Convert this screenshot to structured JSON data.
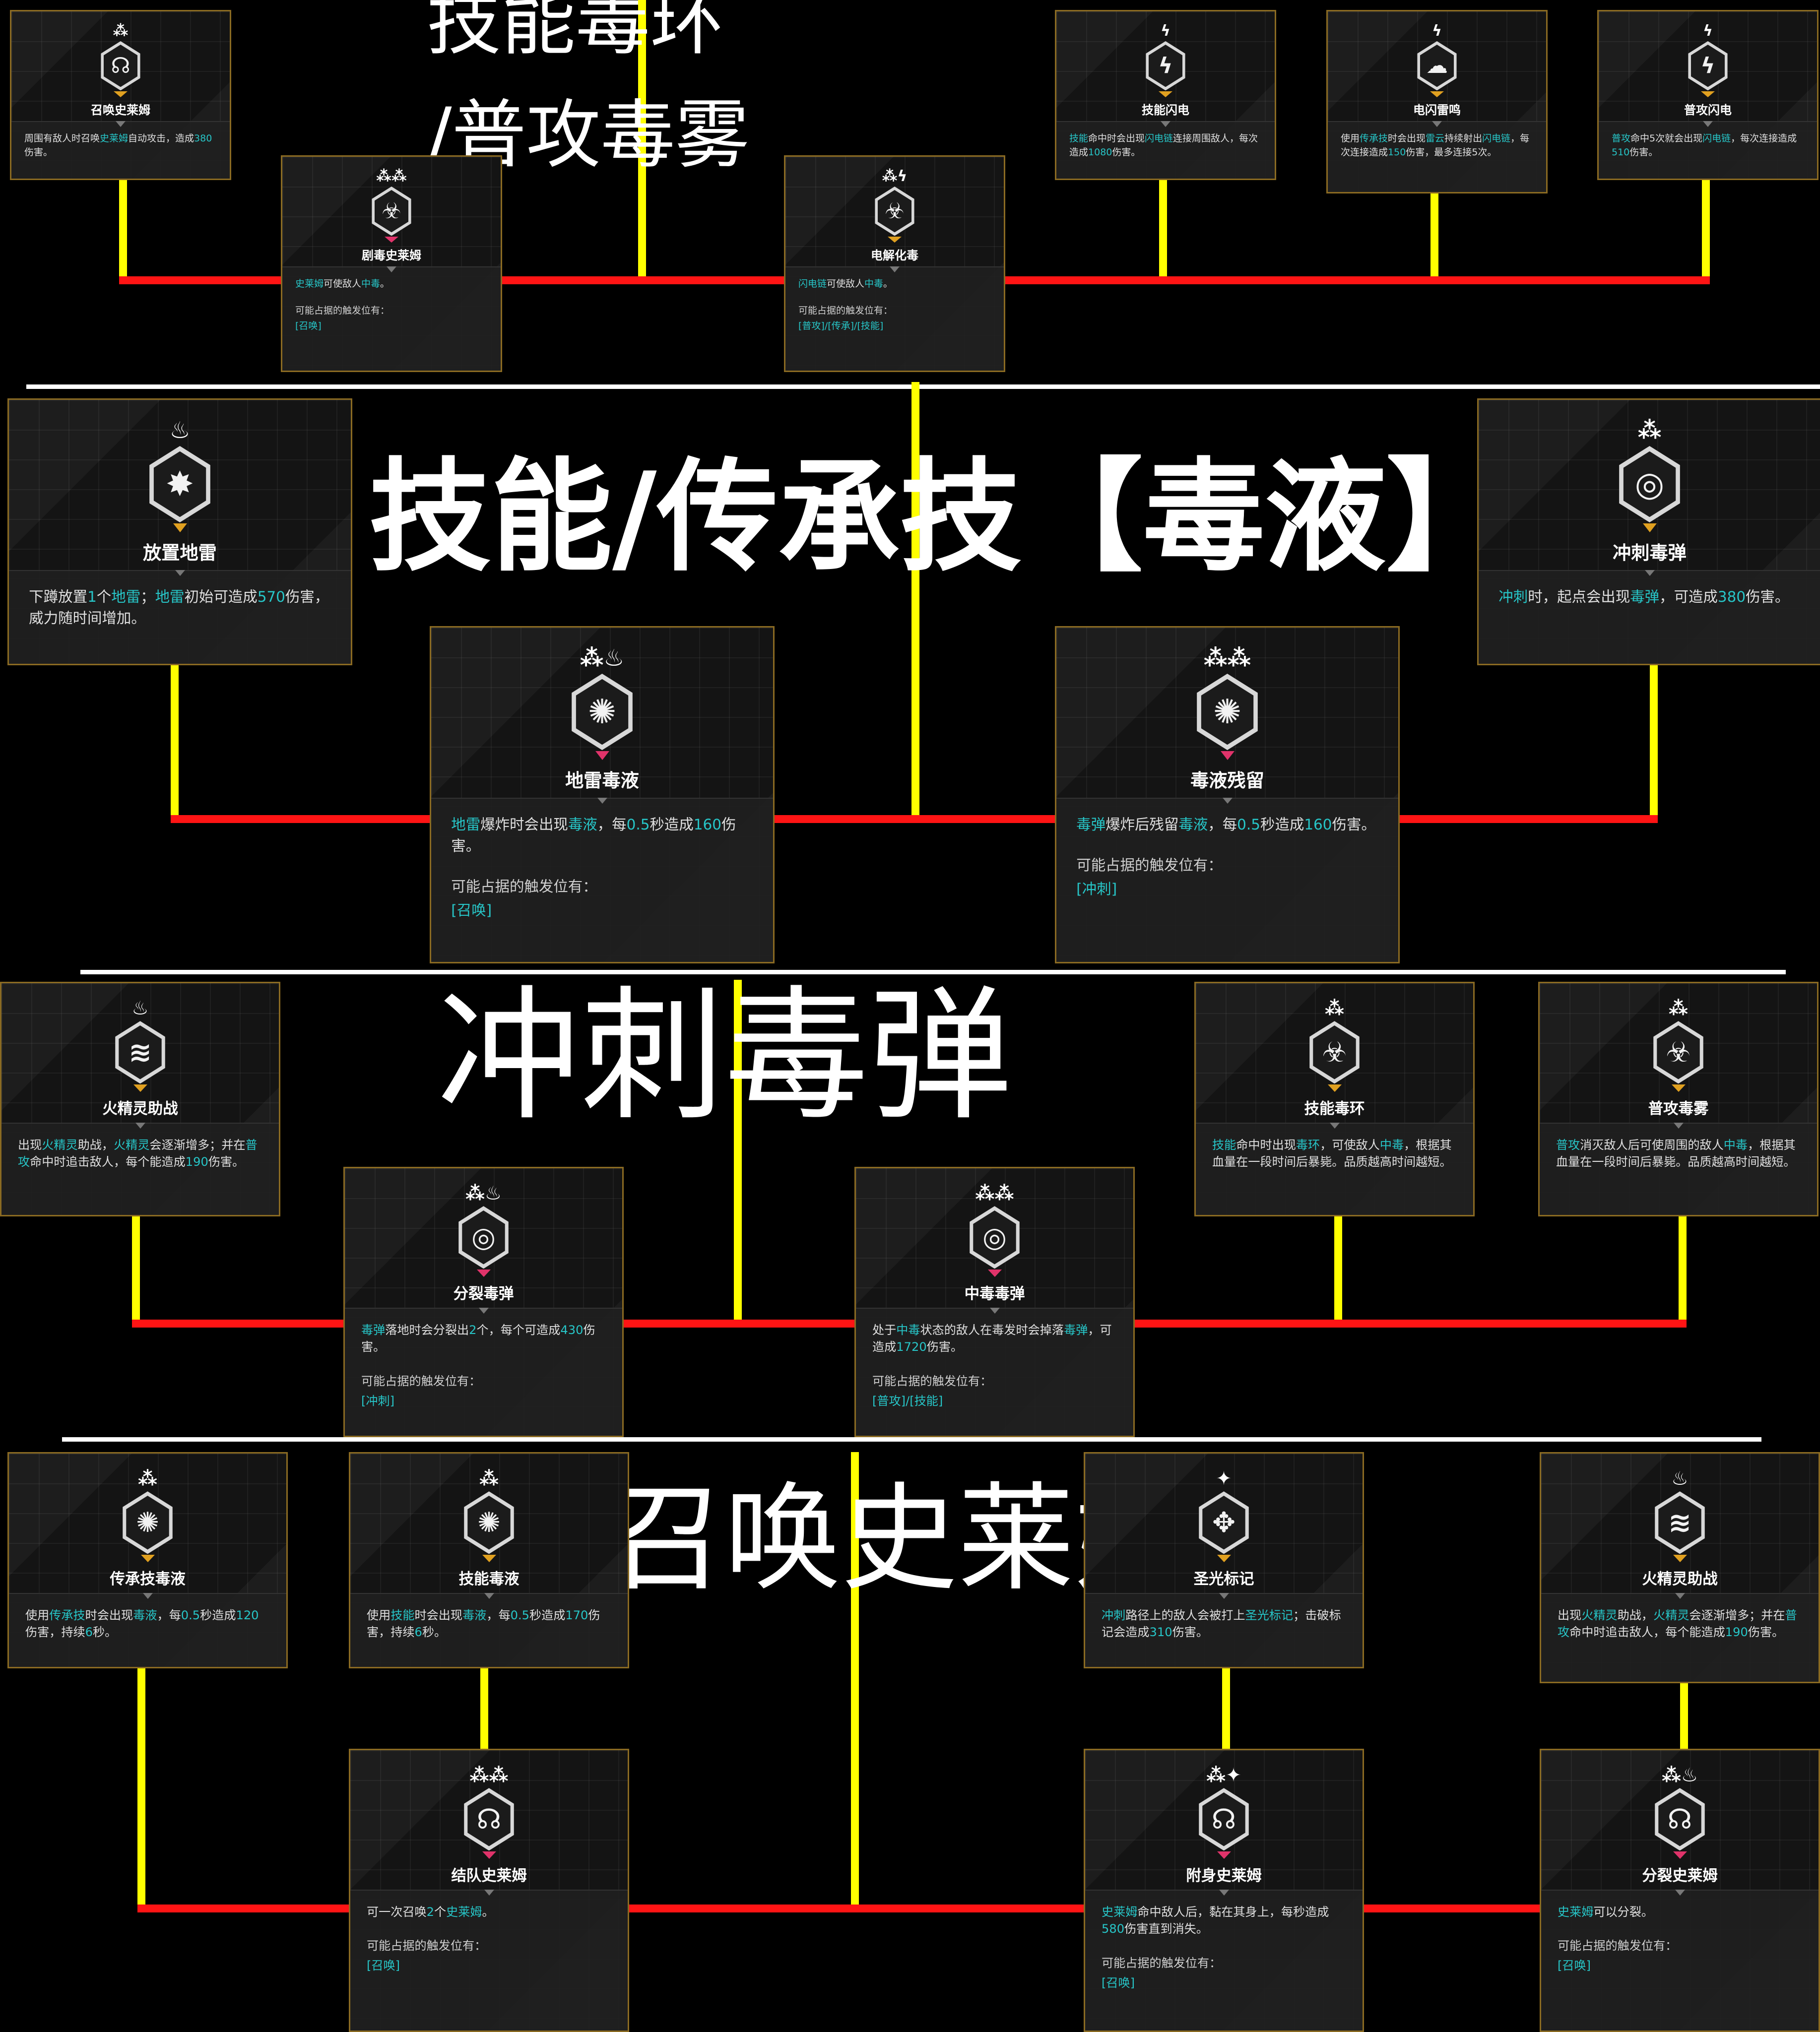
{
  "section_titles": {
    "s1": [
      "技能毒环",
      "/普攻毒雾"
    ],
    "s2": "技能/传承技【毒液】",
    "s3": "冲刺毒弹",
    "s4": "召唤史莱姆"
  },
  "cards": {
    "c1": {
      "top": "⁂",
      "icon": "☊",
      "title": "召唤史莱姆",
      "desc": [
        [
          "周围有敌人时召唤",
          0
        ],
        [
          "史莱姆",
          1
        ],
        [
          "自动攻击，造成",
          0
        ],
        [
          "380",
          1
        ],
        [
          "伤害。",
          0
        ]
      ]
    },
    "c2": {
      "top": "⁂⁂",
      "icon": "☣",
      "title": "剧毒史莱姆",
      "desc": [
        [
          "史莱姆",
          1
        ],
        [
          "可使敌人",
          0
        ],
        [
          "中毒",
          1
        ],
        [
          "。",
          0
        ]
      ],
      "trig_label": "可能占据的触发位有：",
      "trig": "[召唤]"
    },
    "c3": {
      "top": "⁂ϟ",
      "icon": "☣",
      "title": "电解化毒",
      "desc": [
        [
          "闪电链",
          1
        ],
        [
          "可使敌人",
          0
        ],
        [
          "中毒",
          1
        ],
        [
          "。",
          0
        ]
      ],
      "trig_label": "可能占据的触发位有：",
      "trig": "[普攻]/[传承]/[技能]"
    },
    "c4": {
      "top": "ϟ",
      "icon": "ϟ",
      "title": "技能闪电",
      "desc": [
        [
          "技能",
          1
        ],
        [
          "命中时会出现",
          0
        ],
        [
          "闪电链",
          1
        ],
        [
          "连接周围敌人，每次造成",
          0
        ],
        [
          "1080",
          1
        ],
        [
          "伤害。",
          0
        ]
      ]
    },
    "c5": {
      "top": "ϟ",
      "icon": "☁",
      "title": "电闪雷鸣",
      "desc": [
        [
          "使用",
          0
        ],
        [
          "传承技",
          1
        ],
        [
          "时会出现",
          0
        ],
        [
          "雷云",
          1
        ],
        [
          "持续射出",
          0
        ],
        [
          "闪电链",
          1
        ],
        [
          "，每次连接造成",
          0
        ],
        [
          "150",
          1
        ],
        [
          "伤害，最多连接5次。",
          0
        ]
      ]
    },
    "c6": {
      "top": "ϟ",
      "icon": "ϟ",
      "title": "普攻闪电",
      "desc": [
        [
          "普攻",
          1
        ],
        [
          "命中5次就会出现",
          0
        ],
        [
          "闪电链",
          1
        ],
        [
          "，每次连接造成",
          0
        ],
        [
          "510",
          1
        ],
        [
          "伤害。",
          0
        ]
      ]
    },
    "c7": {
      "top": "♨",
      "icon": "✸",
      "title": "放置地雷",
      "desc": [
        [
          "下蹲放置",
          0
        ],
        [
          "1",
          1
        ],
        [
          "个",
          0
        ],
        [
          "地雷",
          1
        ],
        [
          "；",
          0
        ],
        [
          "地雷",
          1
        ],
        [
          "初始可造成",
          0
        ],
        [
          "570",
          1
        ],
        [
          "伤害，威力随时间增加。",
          0
        ]
      ]
    },
    "c8": {
      "top": "⁂",
      "icon": "◎",
      "title": "冲刺毒弹",
      "desc": [
        [
          "冲刺",
          1
        ],
        [
          "时，起点会出现",
          0
        ],
        [
          "毒弹",
          1
        ],
        [
          "，可造成",
          0
        ],
        [
          "380",
          1
        ],
        [
          "伤害。",
          0
        ]
      ]
    },
    "c9": {
      "top": "⁂♨",
      "icon": "✺",
      "title": "地雷毒液",
      "desc": [
        [
          "地雷",
          1
        ],
        [
          "爆炸时会出现",
          0
        ],
        [
          "毒液",
          1
        ],
        [
          "，每",
          0
        ],
        [
          "0.5",
          1
        ],
        [
          "秒造成",
          0
        ],
        [
          "160",
          1
        ],
        [
          "伤害。",
          0
        ]
      ],
      "trig_label": "可能占据的触发位有：",
      "trig": "[召唤]"
    },
    "c10": {
      "top": "⁂⁂",
      "icon": "✺",
      "title": "毒液残留",
      "desc": [
        [
          "毒弹",
          1
        ],
        [
          "爆炸后残留",
          0
        ],
        [
          "毒液",
          1
        ],
        [
          "，每",
          0
        ],
        [
          "0.5",
          1
        ],
        [
          "秒造成",
          0
        ],
        [
          "160",
          1
        ],
        [
          "伤害。",
          0
        ]
      ],
      "trig_label": "可能占据的触发位有：",
      "trig": "[冲刺]"
    },
    "c11": {
      "top": "♨",
      "icon": "≋",
      "title": "火精灵助战",
      "desc": [
        [
          "出现",
          0
        ],
        [
          "火精灵",
          1
        ],
        [
          "助战，",
          0
        ],
        [
          "火精灵",
          1
        ],
        [
          "会逐渐增多；并在",
          0
        ],
        [
          "普攻",
          1
        ],
        [
          "命中时追击敌人，每个能造成",
          0
        ],
        [
          "190",
          1
        ],
        [
          "伤害。",
          0
        ]
      ]
    },
    "c12": {
      "top": "⁂",
      "icon": "☣",
      "title": "技能毒环",
      "desc": [
        [
          "技能",
          1
        ],
        [
          "命中时出现",
          0
        ],
        [
          "毒环",
          1
        ],
        [
          "，可使敌人",
          0
        ],
        [
          "中毒",
          1
        ],
        [
          "，根据其血量在一段时间后暴毙。品质越高时间越短。",
          0
        ]
      ]
    },
    "c13": {
      "top": "⁂",
      "icon": "☣",
      "title": "普攻毒雾",
      "desc": [
        [
          "普攻",
          1
        ],
        [
          "消灭敌人后可使周围的敌人",
          0
        ],
        [
          "中毒",
          1
        ],
        [
          "，根据其血量在一段时间后暴毙。品质越高时间越短。",
          0
        ]
      ]
    },
    "c14": {
      "top": "⁂♨",
      "icon": "◎",
      "title": "分裂毒弹",
      "desc": [
        [
          "毒弹",
          1
        ],
        [
          "落地时会分裂出",
          0
        ],
        [
          "2",
          1
        ],
        [
          "个，每个可造成",
          0
        ],
        [
          "430",
          1
        ],
        [
          "伤害。",
          0
        ]
      ],
      "trig_label": "可能占据的触发位有：",
      "trig": "[冲刺]"
    },
    "c15": {
      "top": "⁂⁂",
      "icon": "◎",
      "title": "中毒毒弹",
      "desc": [
        [
          "处于",
          0
        ],
        [
          "中毒",
          1
        ],
        [
          "状态的敌人在毒发时会掉落",
          0
        ],
        [
          "毒弹",
          1
        ],
        [
          "，可造成",
          0
        ],
        [
          "1720",
          1
        ],
        [
          "伤害。",
          0
        ]
      ],
      "trig_label": "可能占据的触发位有：",
      "trig": "[普攻]/[技能]"
    },
    "c16": {
      "top": "⁂",
      "icon": "✺",
      "title": "传承技毒液",
      "desc": [
        [
          "使用",
          0
        ],
        [
          "传承技",
          1
        ],
        [
          "时会出现",
          0
        ],
        [
          "毒液",
          1
        ],
        [
          "，每",
          0
        ],
        [
          "0.5",
          1
        ],
        [
          "秒造成",
          0
        ],
        [
          "120",
          1
        ],
        [
          "伤害，持续",
          0
        ],
        [
          "6",
          1
        ],
        [
          "秒。",
          0
        ]
      ]
    },
    "c17": {
      "top": "⁂",
      "icon": "✺",
      "title": "技能毒液",
      "desc": [
        [
          "使用",
          0
        ],
        [
          "技能",
          1
        ],
        [
          "时会出现",
          0
        ],
        [
          "毒液",
          1
        ],
        [
          "，每",
          0
        ],
        [
          "0.5",
          1
        ],
        [
          "秒造成",
          0
        ],
        [
          "170",
          1
        ],
        [
          "伤害，持续",
          0
        ],
        [
          "6",
          1
        ],
        [
          "秒。",
          0
        ]
      ]
    },
    "c18": {
      "top": "✦",
      "icon": "✥",
      "title": "圣光标记",
      "desc": [
        [
          "冲刺",
          1
        ],
        [
          "路径上的敌人会被打上",
          0
        ],
        [
          "圣光标记",
          1
        ],
        [
          "；击破标记会造成",
          0
        ],
        [
          "310",
          1
        ],
        [
          "伤害。",
          0
        ]
      ]
    },
    "c19": {
      "top": "♨",
      "icon": "≋",
      "title": "火精灵助战",
      "desc": [
        [
          "出现",
          0
        ],
        [
          "火精灵",
          1
        ],
        [
          "助战，",
          0
        ],
        [
          "火精灵",
          1
        ],
        [
          "会逐渐增多；并在",
          0
        ],
        [
          "普攻",
          1
        ],
        [
          "命中时追击敌人，每个能造成",
          0
        ],
        [
          "190",
          1
        ],
        [
          "伤害。",
          0
        ]
      ]
    },
    "c20": {
      "top": "⁂⁂",
      "icon": "☊",
      "title": "结队史莱姆",
      "desc": [
        [
          "可一次召唤",
          0
        ],
        [
          "2",
          1
        ],
        [
          "个",
          0
        ],
        [
          "史莱姆",
          1
        ],
        [
          "。",
          0
        ]
      ],
      "trig_label": "可能占据的触发位有：",
      "trig": "[召唤]"
    },
    "c21": {
      "top": "⁂✦",
      "icon": "☊",
      "title": "附身史莱姆",
      "desc": [
        [
          "史莱姆",
          1
        ],
        [
          "命中敌人后，黏在其身上，每秒造成",
          0
        ],
        [
          "580",
          1
        ],
        [
          "伤害直到消失。",
          0
        ]
      ],
      "trig_label": "可能占据的触发位有：",
      "trig": "[召唤]"
    },
    "c22": {
      "top": "⁂♨",
      "icon": "☊",
      "title": "分裂史莱姆",
      "desc": [
        [
          "史莱姆",
          1
        ],
        [
          "可以分裂。",
          0
        ]
      ],
      "trig_label": "可能占据的触发位有：",
      "trig": "[召唤]"
    }
  },
  "colors": {
    "yellow": "#ffff00",
    "red": "#ff1414",
    "white": "#ffffff",
    "highlight": "#27c6c8",
    "border": "#8a6a22",
    "chev_gold": "#e0a020",
    "chev_pink": "#e0336a"
  }
}
